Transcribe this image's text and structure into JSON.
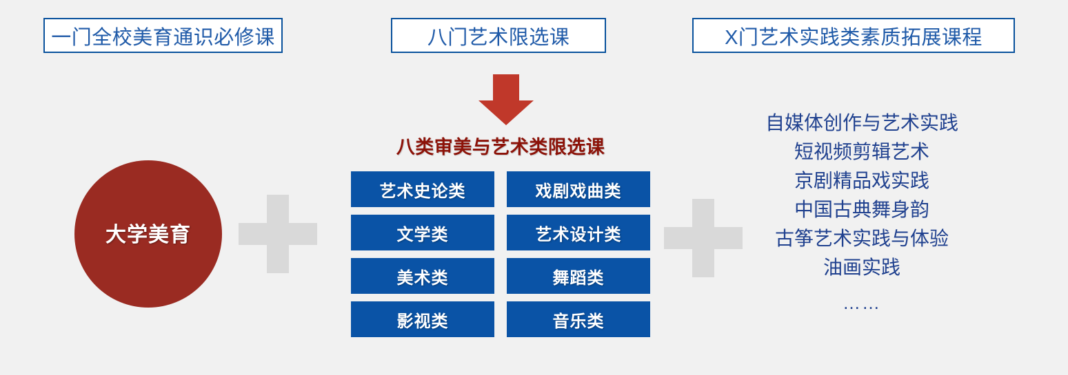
{
  "headers": [
    {
      "label": "一门全校美育通识必修课"
    },
    {
      "label": "八门艺术限选课"
    },
    {
      "label": "X门艺术实践类素质拓展课程"
    }
  ],
  "circle": {
    "label": "大学美育",
    "fill_color": "#9a2b22",
    "text_color": "#ffffff"
  },
  "operators": [
    {
      "symbol": "+",
      "color": "#d9d9d9"
    },
    {
      "symbol": "+",
      "color": "#d9d9d9"
    }
  ],
  "arrow": {
    "direction": "down",
    "color": "#c0382a"
  },
  "center": {
    "title": "八类审美与艺术类限选课",
    "title_color": "#8c1208",
    "box_color": "#0a53a6",
    "categories": [
      "艺术史论类",
      "戏剧戏曲类",
      "文学类",
      "艺术设计类",
      "美术类",
      "舞蹈类",
      "影视类",
      "音乐类"
    ]
  },
  "practice_courses": {
    "text_color": "#20418f",
    "items": [
      "自媒体创作与艺术实践",
      "短视频剪辑艺术",
      "京剧精品戏实践",
      "中国古典舞身韵",
      "古筝艺术实践与体验",
      "油画实践",
      "……"
    ]
  },
  "theme": {
    "background": "#f1f1f1",
    "header_border": "#08519c",
    "header_text": "#1f5aa8"
  }
}
